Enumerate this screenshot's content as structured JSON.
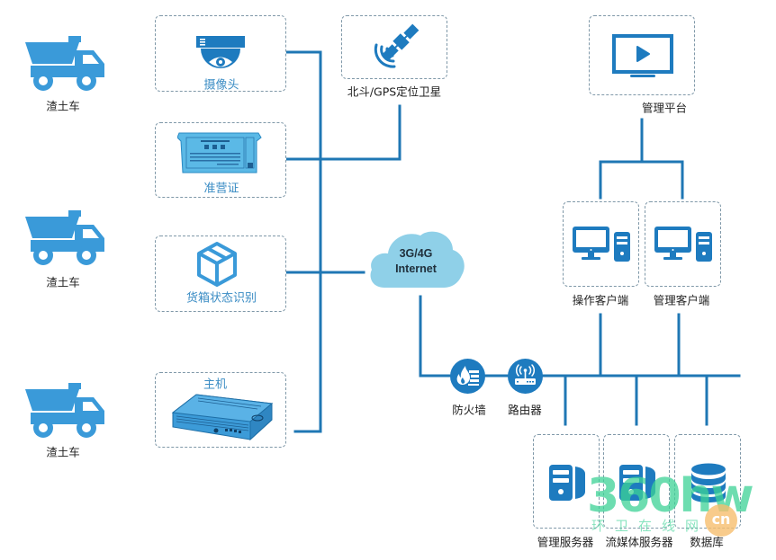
{
  "diagram": {
    "vehicles": [
      {
        "label": "渣土车",
        "icon": "dump-truck-icon"
      },
      {
        "label": "渣土车",
        "icon": "dump-truck-icon"
      },
      {
        "label": "渣土车",
        "icon": "dump-truck-icon"
      }
    ],
    "onboard_devices": [
      {
        "label": "摄像头",
        "icon": "camera-icon"
      },
      {
        "label": "准营证",
        "icon": "permit-card-icon"
      },
      {
        "label": "货箱状态识别",
        "icon": "cargo-box-icon"
      },
      {
        "label": "主机",
        "icon": "host-device-icon"
      }
    ],
    "gps": {
      "label": "北斗/GPS定位卫星",
      "icon": "satellite-icon"
    },
    "network": {
      "line1": "3G/4G",
      "line2": "Internet",
      "icon": "cloud-icon"
    },
    "firewall": {
      "label": "防火墙",
      "icon": "firewall-icon"
    },
    "router": {
      "label": "路由器",
      "icon": "router-icon"
    },
    "platform": {
      "label": "管理平台",
      "icon": "monitor-play-icon"
    },
    "clients": [
      {
        "label": "操作客户端",
        "icon": "desktop-computer-icon"
      },
      {
        "label": "管理客户端",
        "icon": "desktop-computer-icon"
      }
    ],
    "servers": [
      {
        "label": "管理服务器",
        "icon": "server-icon"
      },
      {
        "label": "流媒体服务器",
        "icon": "server-icon"
      },
      {
        "label": "数据库",
        "icon": "database-icon"
      }
    ]
  },
  "colors": {
    "line": "#1f77b4",
    "icon_blue": "#1e7bbf",
    "truck_blue": "#3a9ad9",
    "cloud": "#8fd0e8",
    "box_label": "#3a8cc4",
    "dashed_border": "#7f98a8"
  },
  "watermark": {
    "brand": "360hw",
    "subtitle": "环卫在线网",
    "suffix": "cn"
  }
}
